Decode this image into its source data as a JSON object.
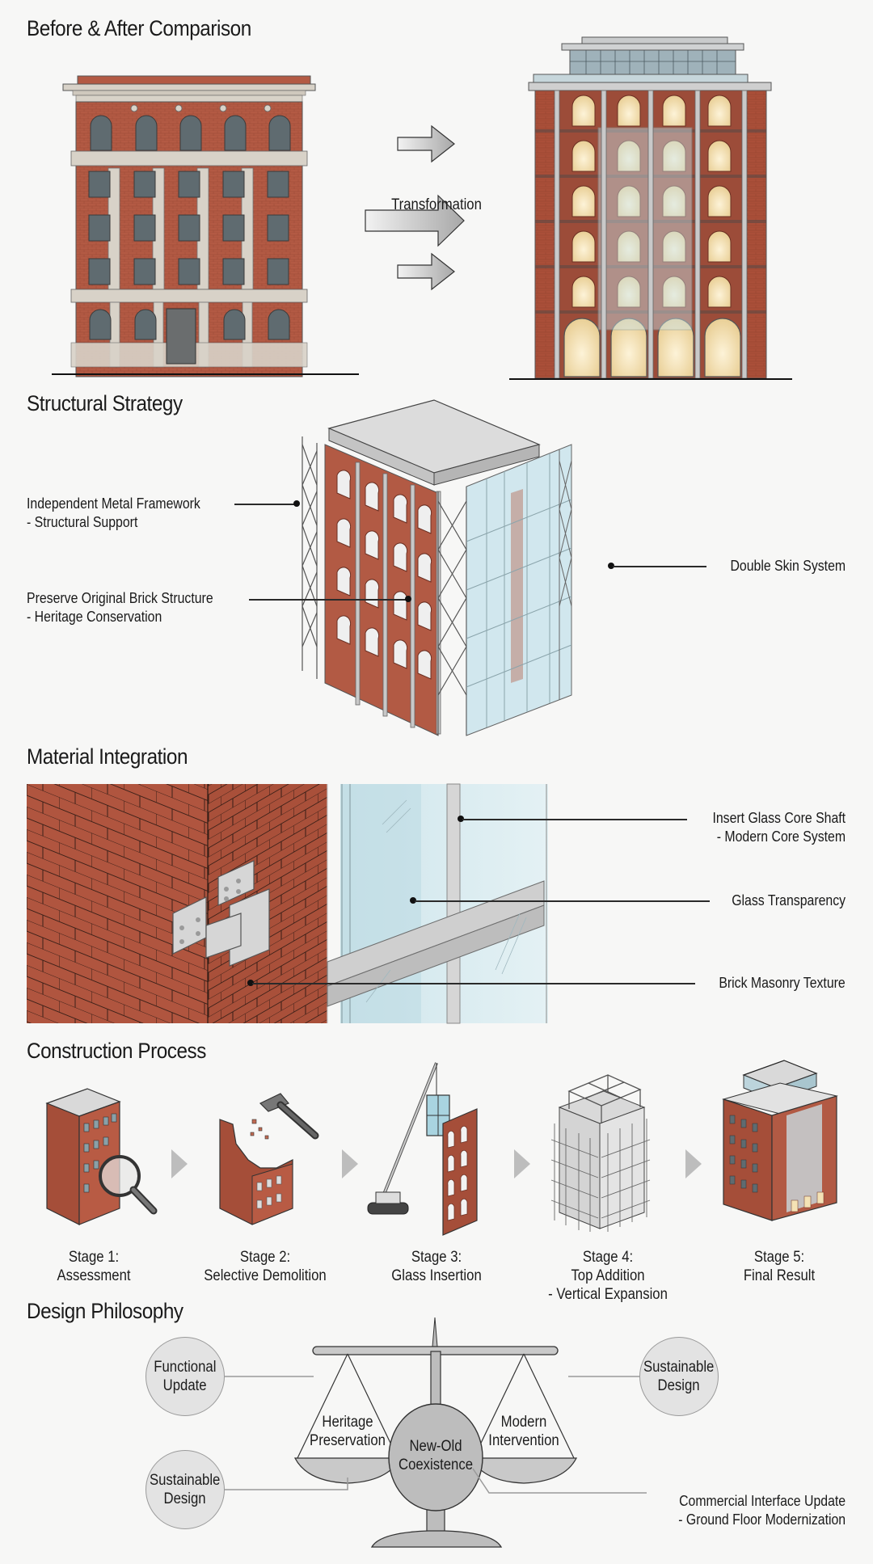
{
  "sections": {
    "before_after": {
      "title": "Before & After Comparison",
      "arrow_label": "Transformation",
      "before_building": "historic-brick-facade",
      "after_building": "renovated-facade-with-glass-core"
    },
    "structural": {
      "title": "Structural Strategy",
      "callouts": [
        {
          "line1": "Independent Metal Framework",
          "line2": "- Structural Support"
        },
        {
          "line1": "Preserve Original Brick Structure",
          "line2": "- Heritage Conservation"
        },
        {
          "line1": "Double Skin System",
          "line2": ""
        }
      ]
    },
    "material": {
      "title": "Material Integration",
      "callouts": [
        {
          "line1": "Insert Glass Core Shaft",
          "line2": "- Modern Core System"
        },
        {
          "line1": "Glass Transparency",
          "line2": ""
        },
        {
          "line1": "Brick Masonry Texture",
          "line2": ""
        }
      ]
    },
    "construction": {
      "title": "Construction Process",
      "stages": [
        {
          "line1": "Stage 1:",
          "line2": "Assessment",
          "line3": "",
          "icon": "magnifier-building-icon"
        },
        {
          "line1": "Stage 2:",
          "line2": "Selective Demolition",
          "line3": "",
          "icon": "hammer-demolition-icon"
        },
        {
          "line1": "Stage 3:",
          "line2": "Glass Insertion",
          "line3": "",
          "icon": "crane-glass-icon"
        },
        {
          "line1": "Stage 4:",
          "line2": "Top Addition",
          "line3": "- Vertical Expansion",
          "icon": "scaffold-building-icon"
        },
        {
          "line1": "Stage 5:",
          "line2": "Final Result",
          "line3": "",
          "icon": "final-building-icon"
        }
      ]
    },
    "philosophy": {
      "title": "Design Philosophy",
      "center": {
        "line1": "New-Old",
        "line2": "Coexistence"
      },
      "left_pan": {
        "line1": "Heritage",
        "line2": "Preservation"
      },
      "right_pan": {
        "line1": "Modern",
        "line2": "Intervention"
      },
      "bubbles": [
        {
          "line1": "Functional",
          "line2": "Update"
        },
        {
          "line1": "Sustainable",
          "line2": "Design"
        },
        {
          "line1": "Sustainable",
          "line2": "Design"
        }
      ],
      "bottom_callout": {
        "line1": "Commercial Interface Update",
        "line2": "- Ground Floor Modernization"
      }
    }
  },
  "colors": {
    "brick": "#a9503a",
    "brick_dark": "#7d3626",
    "stone": "#d8d2c8",
    "glass": "#c9e3ea",
    "steel": "#b8b8b8",
    "warm_light": "#f4e2b5",
    "background": "#f7f7f6"
  }
}
